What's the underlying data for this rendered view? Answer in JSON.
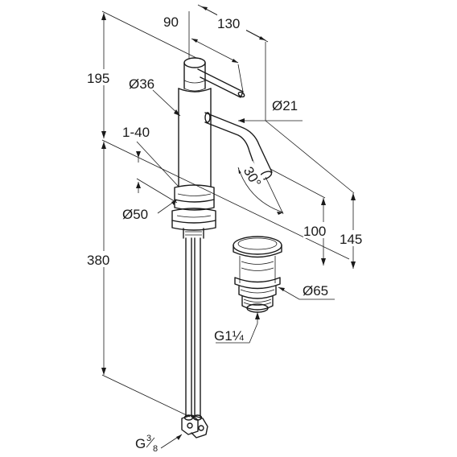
{
  "dimensions": {
    "width_top": "90",
    "depth_top": "130",
    "height_total": "195",
    "body_diameter": "Ø36",
    "spout_diameter": "Ø21",
    "clamp_range": "1-40",
    "angle": "30°",
    "base_diameter": "Ø50",
    "spout_height": "100",
    "spout_reach": "145",
    "waste_diameter": "Ø65",
    "hose_length": "380",
    "waste_thread": "G1¼",
    "hose_thread_base": "G",
    "hose_thread_num": "3",
    "hose_thread_den": "8"
  }
}
